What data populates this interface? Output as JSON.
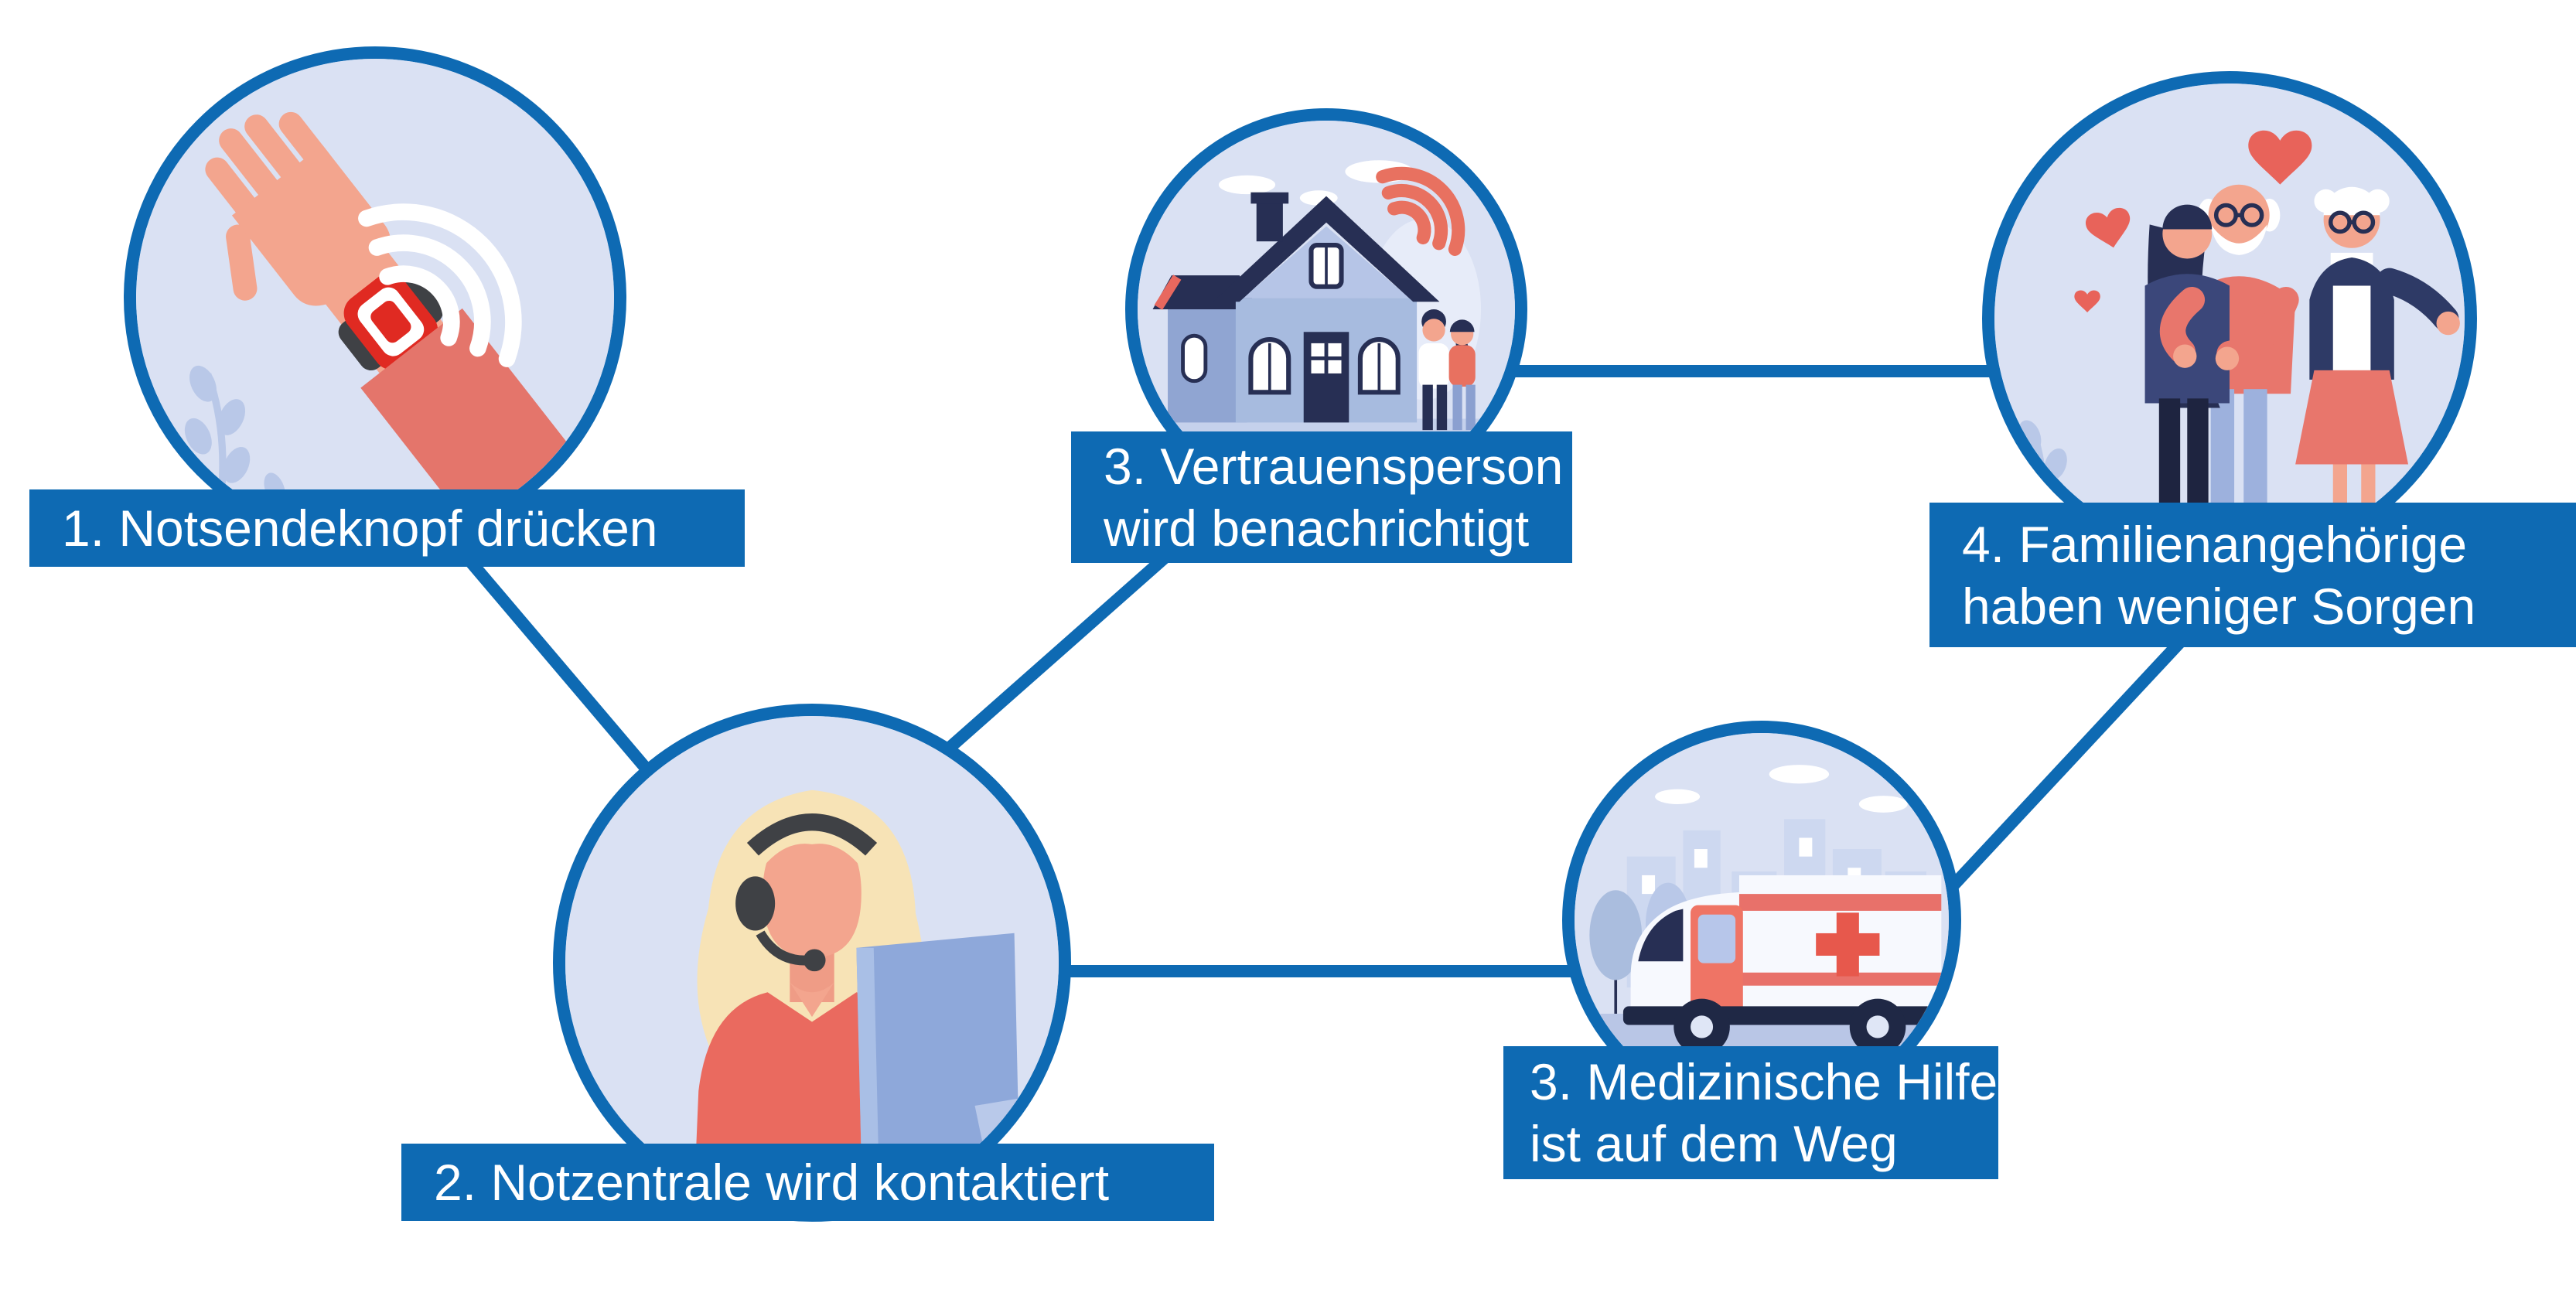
{
  "diagram": {
    "type": "flow-infographic",
    "language": "de",
    "topic": "Notruf-Ablauf (emergency call chain)",
    "colors": {
      "accent_blue": "#0e6ab3",
      "circle_fill": "#dae1f3",
      "coral": "#e8716a",
      "alert_red": "#e02a22",
      "navy": "#272f54",
      "skin": "#f3a58e",
      "banner_text": "#ffffff",
      "background": "#ffffff"
    },
    "steps": [
      {
        "id": "notsendeknopf",
        "number": "1.",
        "label": "1. Notsendeknopf drücken",
        "lines": [
          "1. Notsendeknopf drücken"
        ],
        "illustration": "hand-with-emergency-wristwatch-sending-signal"
      },
      {
        "id": "notzentrale",
        "number": "2.",
        "label": "2. Notzentrale wird kontaktiert",
        "lines": [
          "2. Notzentrale wird kontaktiert"
        ],
        "illustration": "call-center-operator-with-headset-and-monitor"
      },
      {
        "id": "vertrauensperson",
        "number": "3.",
        "label": "3. Vertrauensperson wird benachrichtigt",
        "lines": [
          "3. Vertrauensperson",
          "wird benachrichtigt"
        ],
        "illustration": "house-receiving-alarm-signal-with-couple"
      },
      {
        "id": "medizinische-hilfe",
        "number": "3.",
        "label": "3. Medizinische Hilfe ist auf dem Weg",
        "lines": [
          "3. Medizinische Hilfe",
          "ist auf dem Weg"
        ],
        "illustration": "ambulance-driving-through-city"
      },
      {
        "id": "familie",
        "number": "4.",
        "label": "4. Familienangehörige haben weniger Sorgen",
        "lines": [
          "4. Familienangehörige",
          "haben weniger Sorgen"
        ],
        "illustration": "family-hugging-grandparents-with-hearts"
      }
    ],
    "connections": [
      {
        "from": "notsendeknopf",
        "to": "notzentrale"
      },
      {
        "from": "notzentrale",
        "to": "vertrauensperson"
      },
      {
        "from": "notzentrale",
        "to": "medizinische-hilfe"
      },
      {
        "from": "vertrauensperson",
        "to": "familie"
      },
      {
        "from": "medizinische-hilfe",
        "to": "familie"
      }
    ]
  }
}
